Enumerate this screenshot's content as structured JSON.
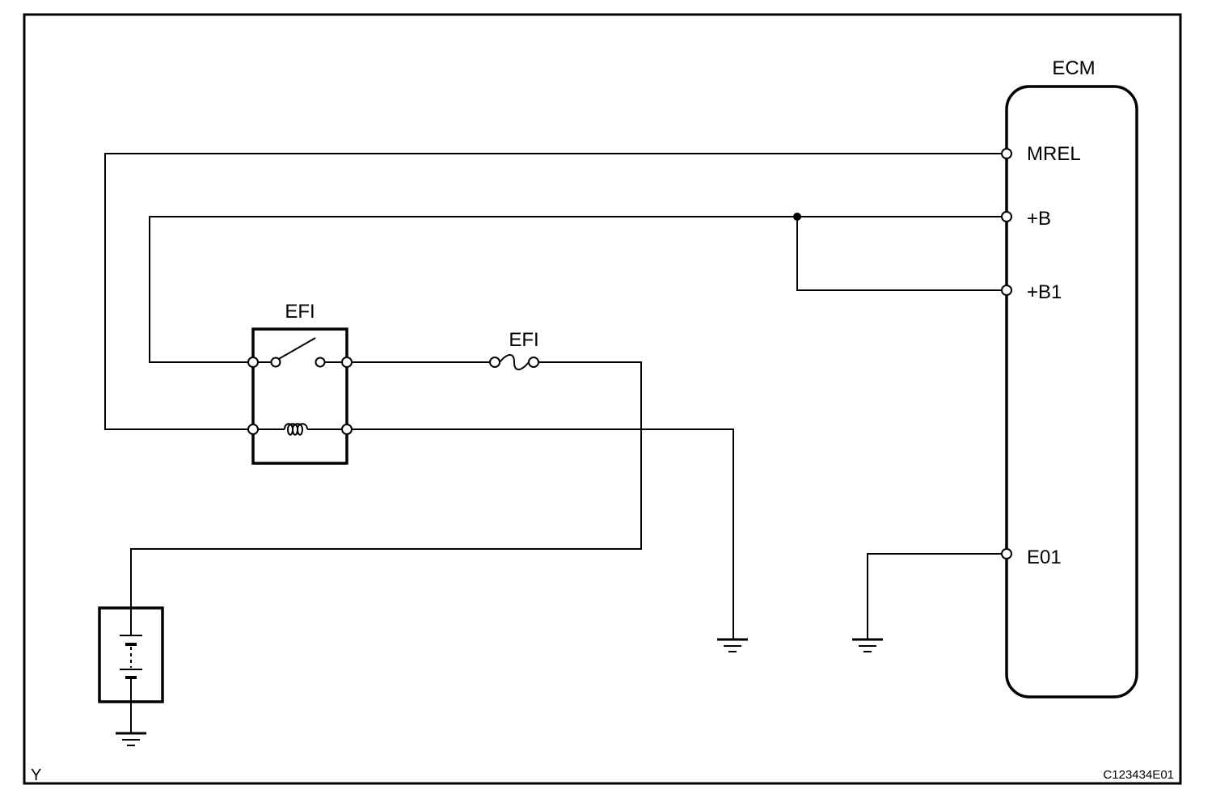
{
  "ecm": {
    "title": "ECM"
  },
  "pins": {
    "mrel": "MREL",
    "b": "+B",
    "b1": "+B1",
    "e01": "E01"
  },
  "relay": {
    "label": "EFI"
  },
  "fuse": {
    "label": "EFI"
  },
  "corner_letter": "Y",
  "figure_code": "C123434E01"
}
